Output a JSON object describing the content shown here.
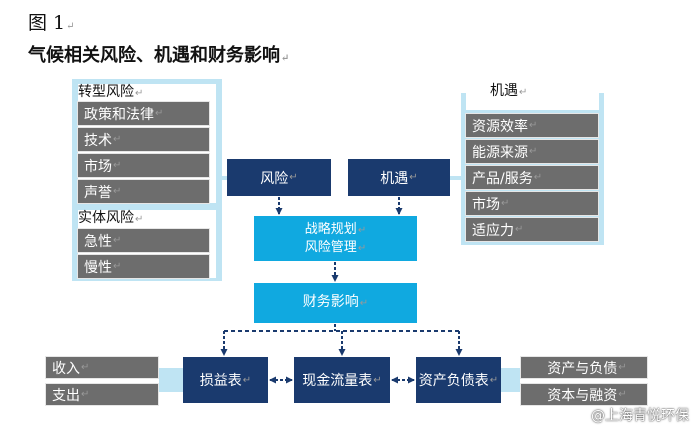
{
  "figure_label": "图 1",
  "title": "气候相关风险、机遇和财务影响",
  "transition_risk": {
    "title": "转型风险",
    "items": [
      "政策和法律",
      "技术",
      "市场",
      "声誉"
    ]
  },
  "physical_risk": {
    "title": "实体风险",
    "items": [
      "急性",
      "慢性"
    ]
  },
  "opportunities": {
    "title": "机遇",
    "items": [
      "资源效率",
      "能源来源",
      "产品/服务",
      "市场",
      "适应力"
    ]
  },
  "risk_box": "风险",
  "opportunity_box": "机遇",
  "strategy": {
    "line1": "战略规划",
    "line2": "风险管理"
  },
  "financial_impact": "财务影响",
  "statements": {
    "income": "损益表",
    "cashflow": "现金流量表",
    "balance": "资产负债表"
  },
  "income_items": [
    "收入",
    "支出"
  ],
  "balance_items": [
    "资产与负债",
    "资本与融资"
  ],
  "watermark": "@上海青悦环保",
  "colors": {
    "navy": "#1a3a6e",
    "cyan": "#10a9e0",
    "light_blue": "#bfe4f3",
    "gray": "#6d6d6d",
    "arrow": "#1a3a6e"
  }
}
